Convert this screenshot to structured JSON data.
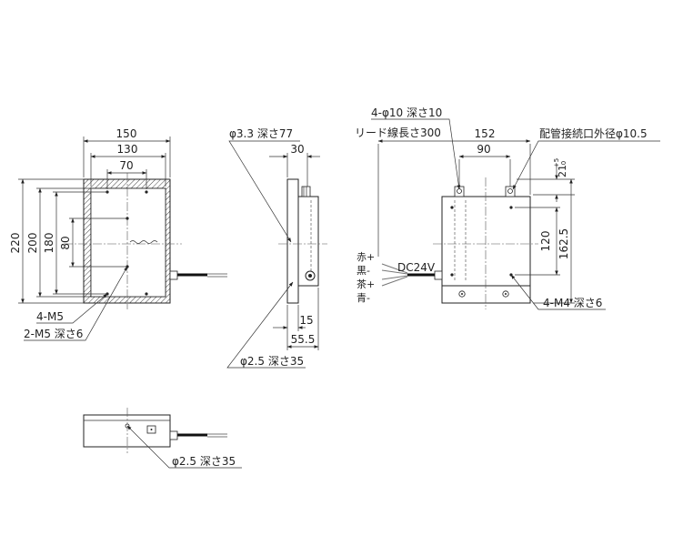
{
  "front_view": {
    "dim_width_150": "150",
    "dim_width_130": "130",
    "dim_width_70": "70",
    "dim_height_220": "220",
    "dim_height_200": "200",
    "dim_height_180": "180",
    "dim_height_80": "80",
    "callout_4m5": "4-M5",
    "callout_2m5": "2-M5 深さ6"
  },
  "side_view": {
    "callout_hole_33": "φ3.3 深さ77",
    "dim_30": "30",
    "dim_15": "15",
    "dim_55_5": "55.5",
    "callout_hole_25": "φ2.5 深さ35"
  },
  "rear_view": {
    "callout_4phi10": "4-φ10 深さ10",
    "callout_lead": "リード線長さ300",
    "dim_152": "152",
    "dim_90": "90",
    "callout_conduit": "配管接続口外径φ10.5",
    "dim_21": "21",
    "dim_21_tol_upper": "+5",
    "dim_21_tol_lower": "0",
    "dim_120": "120",
    "dim_162_5": "162.5",
    "callout_4m4": "4-M4 深さ6",
    "supply_voltage": "DC24V",
    "wires": [
      {
        "label": "赤+"
      },
      {
        "label": "黒-"
      },
      {
        "label": "茶+"
      },
      {
        "label": "青-"
      }
    ]
  },
  "bottom_view": {
    "callout_hole_25": "φ2.5 深さ35"
  }
}
